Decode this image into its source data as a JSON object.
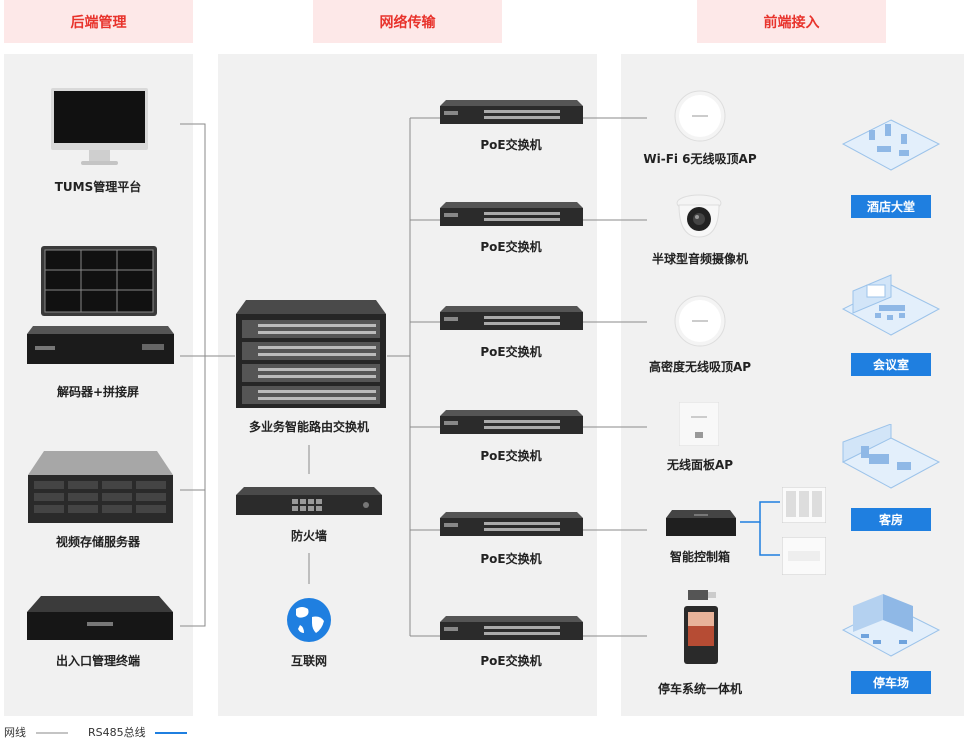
{
  "sections": {
    "backend": "后端管理",
    "network": "网络传输",
    "frontend": "前端接入"
  },
  "backend_devices": [
    "TUMS管理平台",
    "解码器+拼接屏",
    "视频存储服务器",
    "出入口管理终端"
  ],
  "core": {
    "router": "多业务智能路由交换机",
    "firewall": "防火墙",
    "internet": "互联网"
  },
  "switch_label": "PoE交换机",
  "front_devices": [
    "Wi-Fi 6无线吸顶AP",
    "半球型音频摄像机",
    "高密度无线吸顶AP",
    "无线面板AP",
    "智能控制箱",
    "停车系统一体机"
  ],
  "scenes": [
    "酒店大堂",
    "会议室",
    "客房",
    "停车场"
  ],
  "legend": {
    "network_line": "网线",
    "rs485": "RS485总线"
  },
  "colors": {
    "accent": "#e8332c",
    "blue": "#1f7fe0"
  }
}
